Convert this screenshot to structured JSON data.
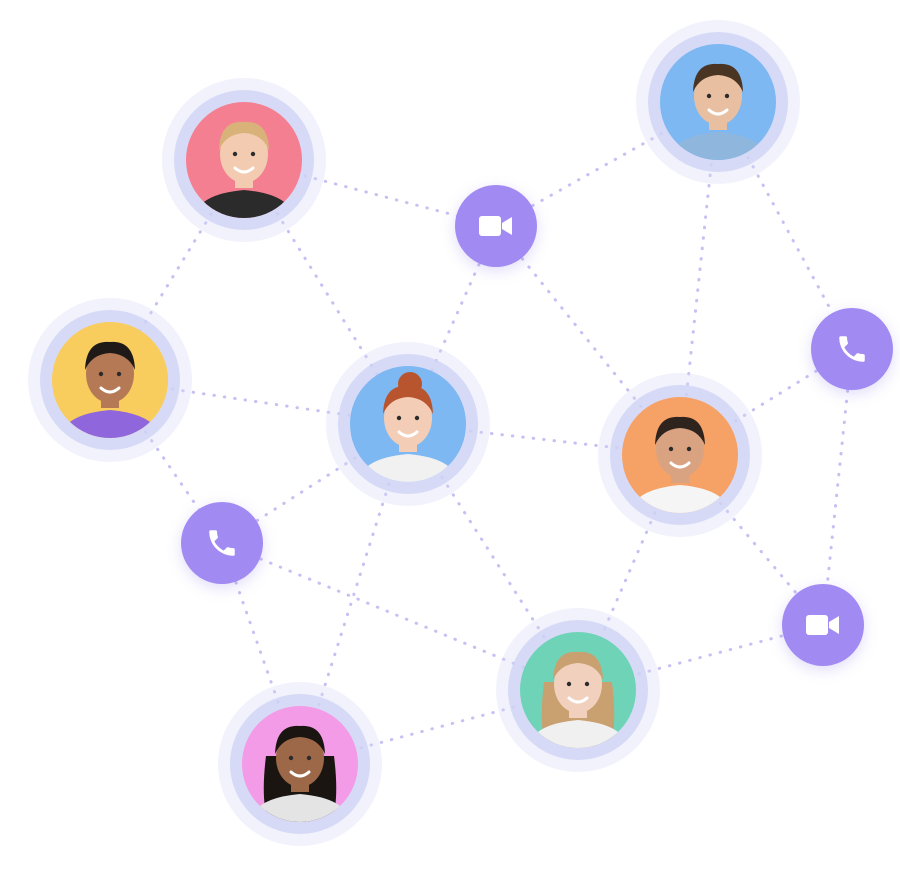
{
  "colors": {
    "accent": "#A28AF3",
    "link": "#C7C0F3",
    "halo": "#D6DAF6",
    "icon": "#FFFFFF"
  },
  "people": [
    {
      "id": "person-red",
      "bg": "#F47F91",
      "skin": "#F2CBB0",
      "hair": "#D9B27A",
      "shirt": "#2B2B2B",
      "hair_style": "short"
    },
    {
      "id": "person-blue-top",
      "bg": "#7DB8F2",
      "skin": "#E8BFA0",
      "hair": "#4A3423",
      "shirt": "#8FB7DE",
      "hair_style": "short"
    },
    {
      "id": "person-yellow",
      "bg": "#F9CC5E",
      "skin": "#B57A55",
      "hair": "#1F1A17",
      "shirt": "#8F66DB",
      "hair_style": "short"
    },
    {
      "id": "person-center",
      "bg": "#7DB8F2",
      "skin": "#F3CDB5",
      "hair": "#B8552E",
      "shirt": "#F1F1F1",
      "hair_style": "bun"
    },
    {
      "id": "person-orange",
      "bg": "#F6A165",
      "skin": "#D9A382",
      "hair": "#2E241D",
      "shirt": "#F5F5F5",
      "hair_style": "short"
    },
    {
      "id": "person-green",
      "bg": "#6FD4B7",
      "skin": "#F1D1BE",
      "hair": "#C9A070",
      "shirt": "#F0F0F0",
      "hair_style": "long"
    },
    {
      "id": "person-pink",
      "bg": "#F39BE6",
      "skin": "#9C6848",
      "hair": "#1B1512",
      "shirt": "#E4E4E4",
      "hair_style": "long"
    }
  ],
  "actions": [
    {
      "id": "video-call-top",
      "icon": "video-camera-icon"
    },
    {
      "id": "phone-call-right",
      "icon": "phone-icon"
    },
    {
      "id": "phone-call-left",
      "icon": "phone-icon"
    },
    {
      "id": "video-call-bottom",
      "icon": "video-camera-icon"
    }
  ]
}
